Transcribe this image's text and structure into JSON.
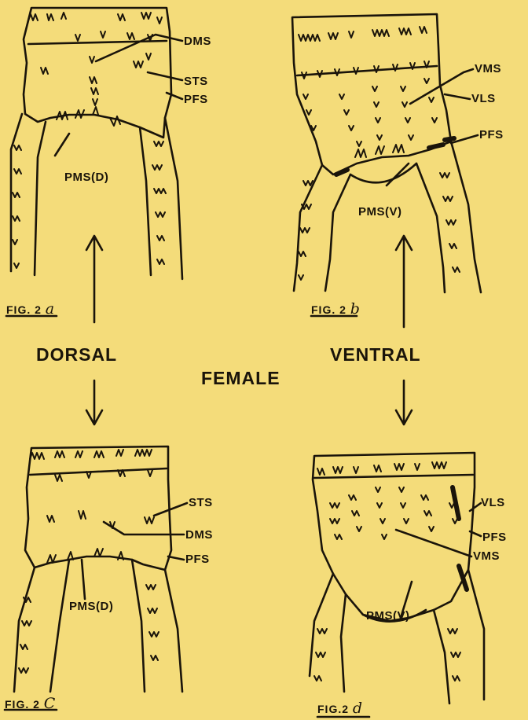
{
  "labels": {
    "a": {
      "dms": "DMS",
      "sts": "STS",
      "pfs": "PFS",
      "pms": "PMS(D)"
    },
    "b": {
      "vms": "VMS",
      "vls": "VLS",
      "pfs": "PFS",
      "pms": "PMS(V)"
    },
    "c": {
      "sts": "STS",
      "dms": "DMS",
      "pfs": "PFS",
      "pms": "PMS(D)"
    },
    "d": {
      "vls": "VLS",
      "pfs": "PFS",
      "vms": "VMS",
      "pms": "PMS(V)"
    }
  },
  "captions": {
    "a": {
      "prefix": "FIG. 2",
      "letter": "a"
    },
    "b": {
      "prefix": "FIG. 2",
      "letter": "b"
    },
    "c": {
      "prefix": "FIG. 2",
      "letter": "C"
    },
    "d": {
      "prefix": "FIG.2",
      "letter": "d"
    }
  },
  "headings": {
    "dorsal": "DORSAL",
    "ventral": "VENTRAL",
    "female": "FEMALE"
  },
  "colors": {
    "background": "#f4dc7a",
    "ink": "#1a140a"
  }
}
